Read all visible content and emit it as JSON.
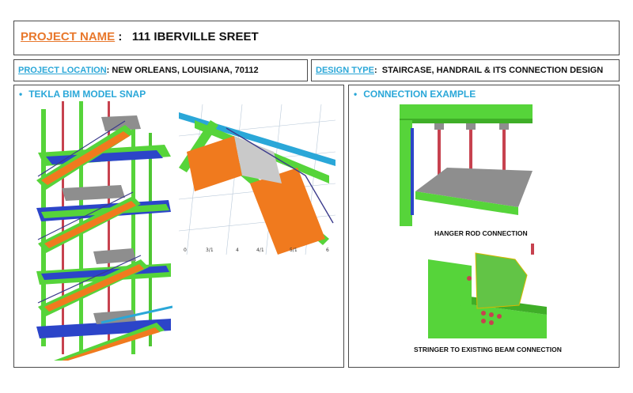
{
  "header": {
    "project_name_label": "PROJECT NAME",
    "project_name_sep": " :",
    "project_name_value": "111 IBERVILLE SREET"
  },
  "location": {
    "label": "PROJECT LOCATION",
    "sep": ":",
    "value": " NEW ORLEANS, LOUISIANA, 70112"
  },
  "design": {
    "label": "DESIGN TYPE",
    "sep": ":",
    "value": "  STAIRCASE, HANDRAIL & ITS CONNECTION DESIGN"
  },
  "left_panel": {
    "bullet": "•",
    "heading": "TEKLA BIM MODEL SNAP",
    "grid_labels": [
      "0",
      "3/1",
      "4",
      "4/1",
      "5/1",
      "6"
    ]
  },
  "right_panel": {
    "bullet": "•",
    "heading": "CONNECTION EXAMPLE",
    "caption_1": "HANGER ROD CONNECTION",
    "caption_2": "STRINGER TO EXISTING BEAM CONNECTION"
  },
  "colors": {
    "orange_label": "#e8782c",
    "cyan_label": "#2aa7d8",
    "steel_green": "#56d43a",
    "beam_blue": "#2c45c9",
    "stair_orange": "#f07a1e",
    "hanger_red": "#c7424f",
    "deck_gray": "#8e8e8e"
  }
}
